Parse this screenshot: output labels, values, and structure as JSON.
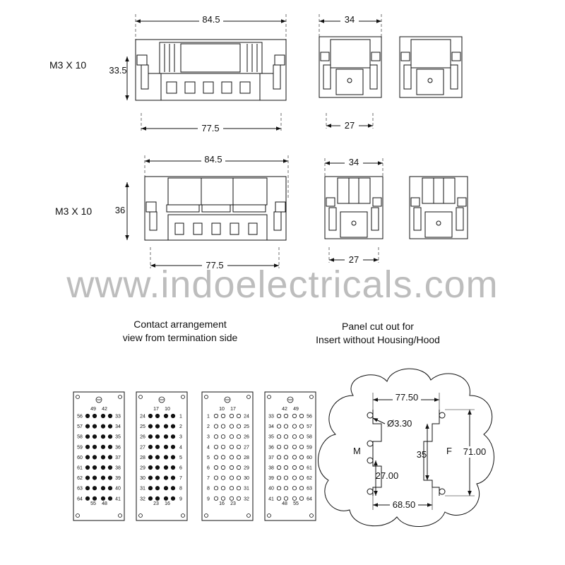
{
  "top_view": {
    "width_overall": "84.5",
    "width_base": "77.5",
    "height": "33.5",
    "screw": "M3 X 10",
    "side_width": "34",
    "side_base": "27"
  },
  "mid_view": {
    "width_overall": "84.5",
    "width_base": "77.5",
    "height": "36",
    "screw": "M3 X 10",
    "side_width": "34",
    "side_base": "27"
  },
  "watermark": "www.indoelectricals.com",
  "captions": {
    "contact_line1": "Contact arrangement",
    "contact_line2": "view from termination side",
    "panel_line1": "Panel cut out for",
    "panel_line2": "Insert without Housing/Hood"
  },
  "contact_plates": [
    {
      "name": "plate-1",
      "filled": true,
      "top_labels": [
        "49",
        "42"
      ],
      "bottom_labels": [
        "55",
        "48"
      ],
      "left_labels": [
        "56",
        "57",
        "58",
        "59",
        "60",
        "61",
        "62",
        "63",
        "64"
      ],
      "right_labels": [
        "33",
        "34",
        "35",
        "36",
        "37",
        "38",
        "39",
        "40",
        "41"
      ]
    },
    {
      "name": "plate-2",
      "filled": true,
      "top_labels": [
        "17",
        "10"
      ],
      "bottom_labels": [
        "23",
        "16"
      ],
      "left_labels": [
        "24",
        "25",
        "26",
        "27",
        "28",
        "29",
        "30",
        "31",
        "32"
      ],
      "right_labels": [
        "1",
        "2",
        "3",
        "4",
        "5",
        "6",
        "7",
        "8",
        "9"
      ]
    },
    {
      "name": "plate-3",
      "filled": false,
      "top_labels": [
        "10",
        "17"
      ],
      "bottom_labels": [
        "16",
        "23"
      ],
      "left_labels": [
        "1",
        "2",
        "3",
        "4",
        "5",
        "6",
        "7",
        "8",
        "9"
      ],
      "right_labels": [
        "24",
        "25",
        "26",
        "27",
        "28",
        "29",
        "30",
        "31",
        "32"
      ]
    },
    {
      "name": "plate-4",
      "filled": false,
      "top_labels": [
        "42",
        "49"
      ],
      "bottom_labels": [
        "48",
        "55"
      ],
      "left_labels": [
        "33",
        "34",
        "35",
        "36",
        "37",
        "38",
        "39",
        "40",
        "41"
      ],
      "right_labels": [
        "56",
        "57",
        "58",
        "59",
        "60",
        "61",
        "62",
        "63",
        "64"
      ]
    }
  ],
  "panel_cutout": {
    "top_width": "77.50",
    "hole": "Ø3.30",
    "height": "71.00",
    "inner": "35",
    "m_label": "M",
    "f_label": "F",
    "m_offset": "27.00",
    "bottom_width": "68.50"
  }
}
